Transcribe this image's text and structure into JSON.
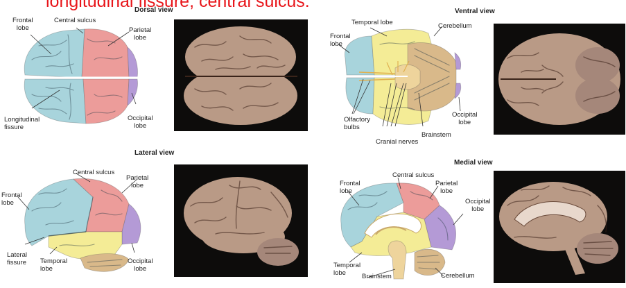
{
  "caption": "longitudinal fissure, central sulcus.",
  "colors": {
    "frontal": "#a8d4dc",
    "parietal": "#ec9c9a",
    "occipital": "#b49ad6",
    "temporal": "#f4ec96",
    "cerebellum": "#d9b98a",
    "brainstem": "#eed49c",
    "caption": "#e8161b",
    "photo_bg": "#0d0c0b",
    "photo_brain": "#b99a86"
  },
  "views": {
    "dorsal": {
      "title": "Dorsal view",
      "labels": {
        "frontal_lobe": "Frontal\nlobe",
        "central_sulcus": "Central sulcus",
        "parietal_lobe": "Parietal\nlobe",
        "longitudinal_fissure": "Longitudinal\nfissure",
        "occipital_lobe": "Occipital\nlobe"
      }
    },
    "ventral": {
      "title": "Ventral view",
      "labels": {
        "temporal_lobe": "Temporal lobe",
        "cerebellum": "Cerebellum",
        "frontal_lobe": "Frontal\nlobe",
        "occipital_lobe": "Occipital\nlobe",
        "olfactory_bulbs": "Olfactory\nbulbs",
        "brainstem": "Brainstem",
        "cranial_nerves": "Cranial nerves"
      }
    },
    "lateral": {
      "title": "Lateral view",
      "labels": {
        "central_sulcus": "Central sulcus",
        "parietal_lobe": "Parietal\nlobe",
        "frontal_lobe": "Frontal\nlobe",
        "lateral_fissure": "Lateral\nfissure",
        "temporal_lobe": "Temporal\nlobe",
        "occipital_lobe": "Occipital\nlobe"
      }
    },
    "medial": {
      "title": "Medial view",
      "labels": {
        "central_sulcus": "Central sulcus",
        "frontal_lobe": "Frontal\nlobe",
        "parietal_lobe": "Parietal\nlobe",
        "occipital_lobe": "Occipital\nlobe",
        "temporal_lobe": "Temporal\nlobe",
        "brainstem": "Brainstem",
        "cerebellum": "Cerebellum"
      }
    }
  }
}
